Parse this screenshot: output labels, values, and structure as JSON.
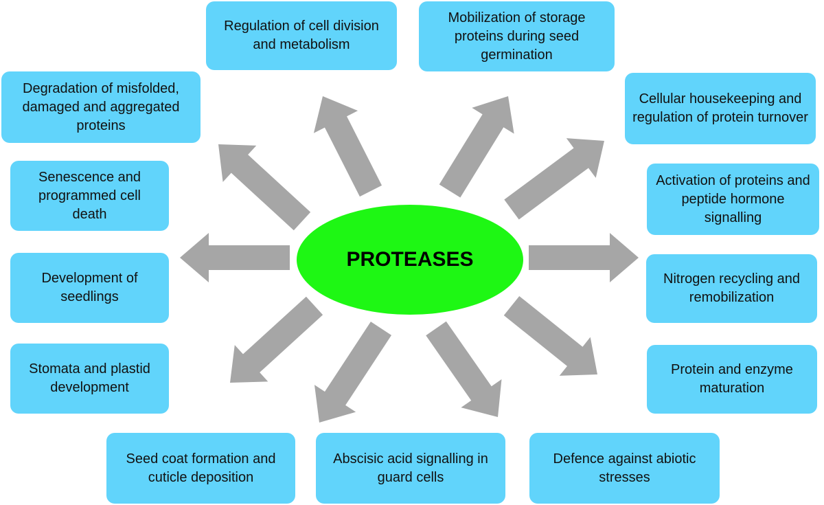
{
  "center": {
    "label": "PROTEASES",
    "color": "#1ef714"
  },
  "colors": {
    "box": "#61d4fb",
    "arrow": "#a6a6a6"
  },
  "functions": [
    {
      "label": "Regulation of cell division and metabolism"
    },
    {
      "label": "Mobilization of storage proteins during seed germination"
    },
    {
      "label": "Cellular housekeeping and regulation of protein turnover"
    },
    {
      "label": "Activation of proteins and peptide hormone signalling"
    },
    {
      "label": "Nitrogen recycling and remobilization"
    },
    {
      "label": "Protein and enzyme maturation"
    },
    {
      "label": "Defence against abiotic stresses"
    },
    {
      "label": "Abscisic acid signalling in guard cells"
    },
    {
      "label": "Seed coat formation and cuticle deposition"
    },
    {
      "label": "Stomata and plastid development"
    },
    {
      "label": "Development of seedlings"
    },
    {
      "label": "Senescence and programmed cell death"
    },
    {
      "label": "Degradation of misfolded, damaged and aggregated proteins"
    }
  ]
}
